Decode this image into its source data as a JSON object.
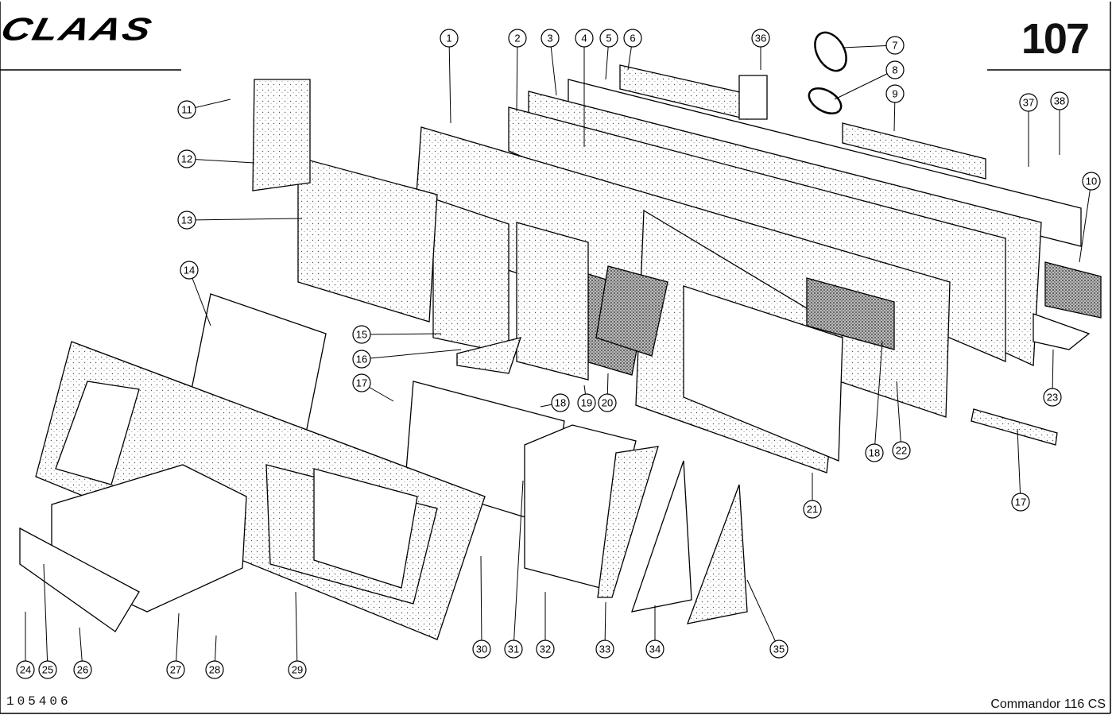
{
  "header": {
    "brand": "CLAAS",
    "page_number": "107"
  },
  "footer": {
    "document_number": "105406",
    "model": "Commandor 116 CS"
  },
  "callouts": [
    "1",
    "2",
    "3",
    "4",
    "5",
    "6",
    "7",
    "8",
    "9",
    "10",
    "11",
    "12",
    "13",
    "14",
    "15",
    "16",
    "17",
    "18",
    "19",
    "20",
    "21",
    "22",
    "23",
    "24",
    "25",
    "26",
    "27",
    "28",
    "29",
    "30",
    "31",
    "32",
    "33",
    "34",
    "35",
    "36",
    "37",
    "38",
    "17",
    "18"
  ]
}
